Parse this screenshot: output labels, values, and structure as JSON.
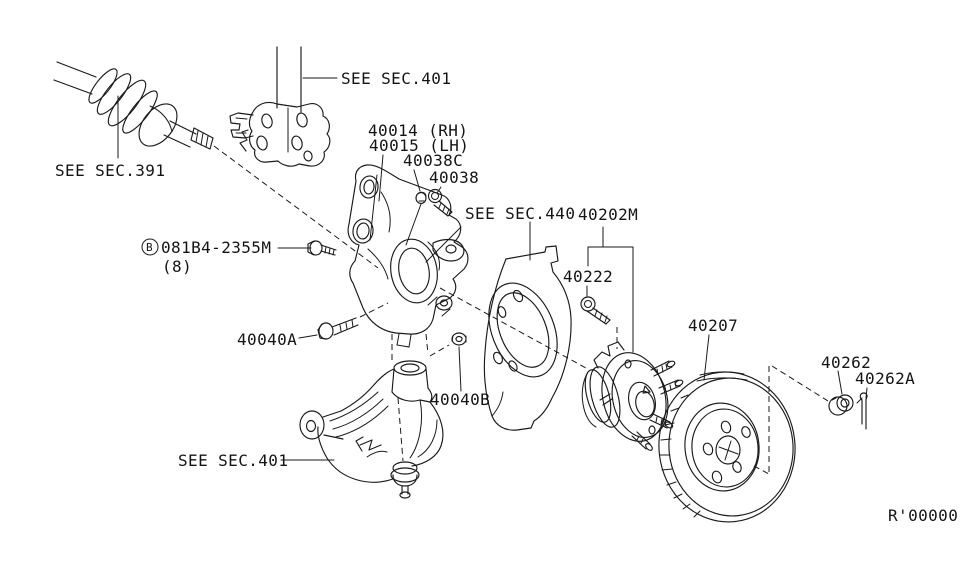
{
  "page": {
    "background_color": "#ffffff",
    "line_color": "#1a1a1a",
    "ref_code": "R'00000"
  },
  "callouts": {
    "sec391": "SEE SEC.391",
    "sec401_top": "SEE SEC.401",
    "knuckle_rh": "40014 (RH)",
    "knuckle_lh": "40015 (LH)",
    "plug_40038c": "40038C",
    "bolt_40038": "40038",
    "sec440": "SEE SEC.440",
    "hub_assy_40202m": "40202M",
    "bolt_40222": "40222",
    "rotor_40207": "40207",
    "nut_40262": "40262",
    "pin_40262a": "40262A",
    "bolt_b_prefix": "B",
    "bolt_b_number": "081B4-2355M",
    "bolt_b_qty": "(8)",
    "bolt_40040a": "40040A",
    "nut_40040b": "40040B",
    "sec401_bottom": "SEE SEC.401"
  }
}
